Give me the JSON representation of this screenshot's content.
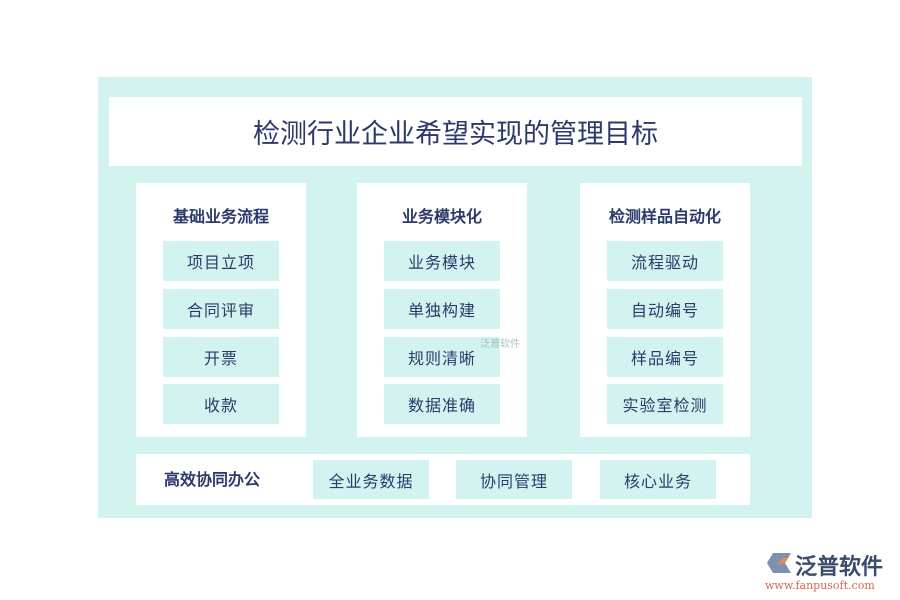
{
  "title": "检测行业企业希望实现的管理目标",
  "columns": [
    {
      "heading": "基础业务流程",
      "items": [
        "项目立项",
        "合同评审",
        "开票",
        "收款"
      ]
    },
    {
      "heading": "业务模块化",
      "items": [
        "业务模块",
        "单独构建",
        "规则清晰",
        "数据准确"
      ]
    },
    {
      "heading": "检测样品自动化",
      "items": [
        "流程驱动",
        "自动编号",
        "样品编号",
        "实验室检测"
      ]
    }
  ],
  "bottom": {
    "label": "高效协同办公",
    "items": [
      "全业务数据",
      "协同管理",
      "核心业务"
    ]
  },
  "watermark": "泛普软件",
  "logo": {
    "name": "泛普软件",
    "url": "www.fanpusoft.com"
  },
  "colors": {
    "panel": "#d3f3f0",
    "text": "#2c3a6b"
  }
}
